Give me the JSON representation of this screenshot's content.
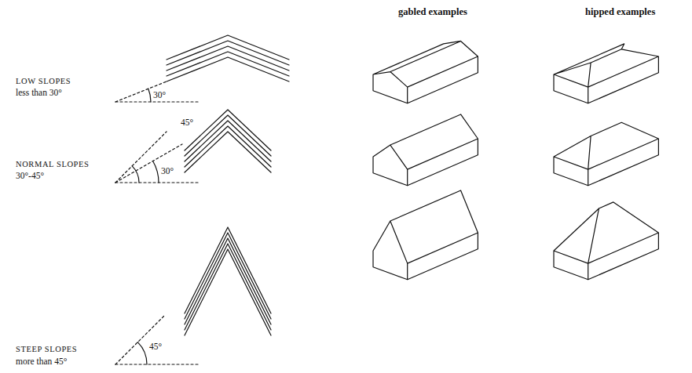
{
  "diagram": {
    "labels": [
      "gabled examples",
      "hipped examples",
      "LOW SLOPES",
      "less than 30°",
      "30°",
      "NORMAL SLOPES",
      "30°-45°",
      "45°",
      "30°",
      "STEEP SLOPES",
      "more than 45°",
      "45°"
    ]
  }
}
